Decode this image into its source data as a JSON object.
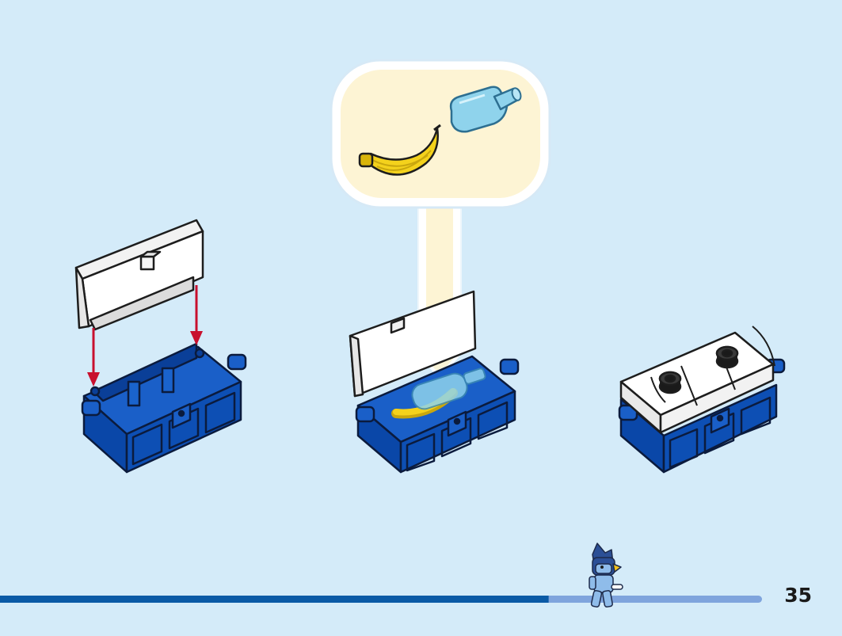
{
  "page": {
    "number": "35",
    "background_color": "#d4ebf9"
  },
  "progress": {
    "fraction": 0.72,
    "filled_color": "#0a5aa6",
    "remaining_color": "#7fa4dd"
  },
  "steps": [
    {
      "name": "attach-lid",
      "icons": [
        "chest-lid-icon",
        "chest-base-icon",
        "down-arrow-icon"
      ]
    },
    {
      "name": "fill-chest",
      "icons": [
        "banana-icon",
        "bottle-icon",
        "callout-arrow-icon"
      ]
    },
    {
      "name": "close-chest",
      "icons": [
        "closed-chest-icon"
      ]
    }
  ],
  "callout": {
    "items": [
      "banana-icon",
      "bottle-icon"
    ],
    "background_color": "#fdf4d4"
  },
  "colors": {
    "brick_blue": "#0d4fb4",
    "brick_white": "#ffffff",
    "arrow_red": "#c8102e",
    "banana_yellow": "#f4d21c",
    "bottle_blue": "#8fd3ec"
  },
  "mascot": {
    "icon": "bluey-mascot-icon"
  }
}
